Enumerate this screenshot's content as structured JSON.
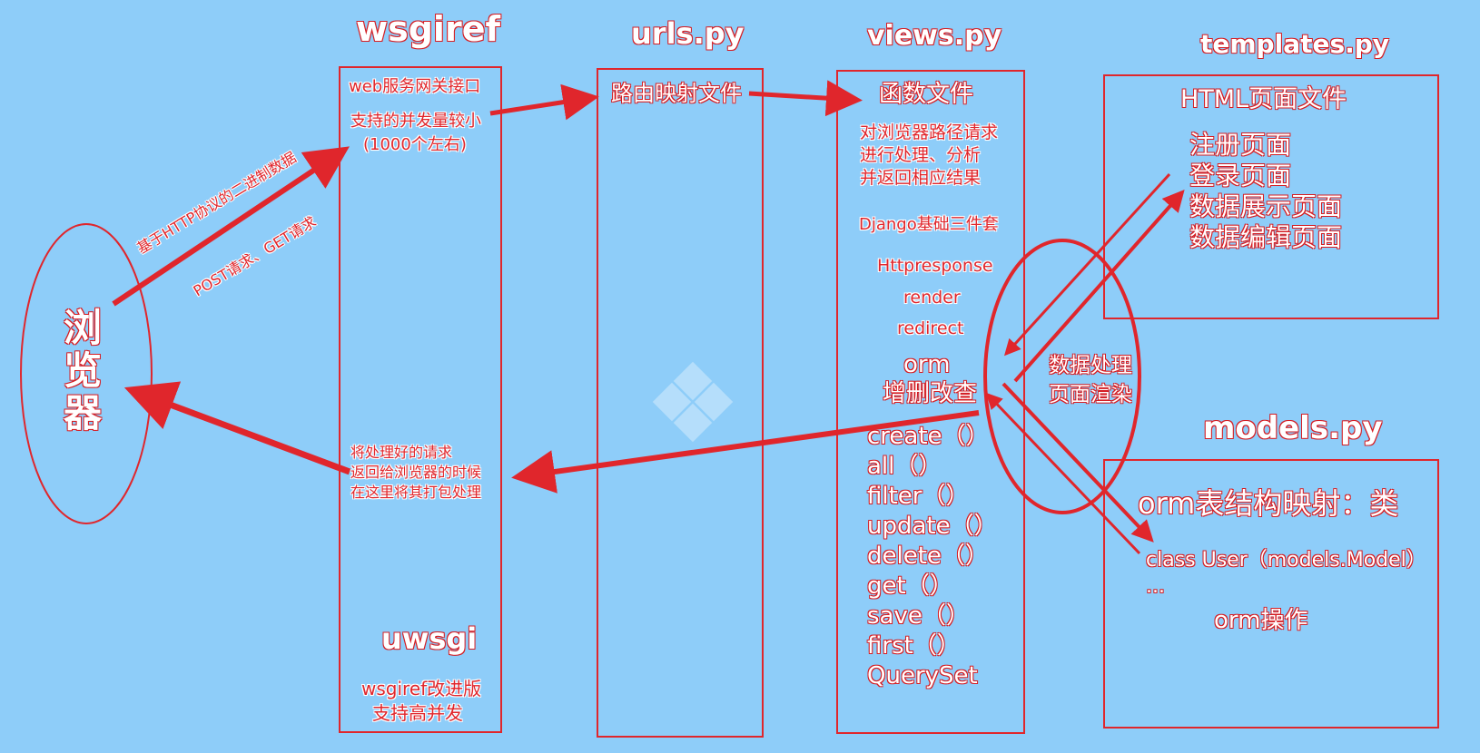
{
  "browser": {
    "label": "浏\n览\n器"
  },
  "wsgiref": {
    "title": "wsgiref",
    "line1": "web服务网关接口",
    "line2": "支持的并发量较小",
    "line3": "(1000个左右)",
    "return_text": [
      "将处理好的请求",
      "返回给浏览器的时候",
      "在这里将其打包处理"
    ],
    "uwsgi_title": "uwsgi",
    "uwsgi_lines": [
      "wsgiref改进版",
      "支持高并发"
    ]
  },
  "request_labels": {
    "line1": "基于HTTP协议的二进制数据",
    "line2": "POST请求、GET请求"
  },
  "urls": {
    "title": "urls.py",
    "desc": "路由映射文件"
  },
  "views": {
    "title": "views.py",
    "heading": "函数文件",
    "desc": [
      "对浏览器路径请求",
      "进行处理、分析",
      "并返回相应结果"
    ],
    "django_title": "Django基础三件套",
    "django_items": [
      "Httpresponse",
      "render",
      "redirect"
    ],
    "orm_title": "orm",
    "orm_subtitle": "增删改查",
    "orm_methods": [
      "create（）",
      "all（）",
      "filter（）",
      "update（）",
      "delete（）",
      "get（）",
      "save（）",
      "first（）",
      "QuerySet"
    ]
  },
  "ellipse_label": [
    "数据处理",
    "页面渲染"
  ],
  "templates": {
    "title": "templates.py",
    "heading": "HTML页面文件",
    "items": [
      "注册页面",
      "登录页面",
      "数据展示页面",
      "数据编辑页面"
    ]
  },
  "models": {
    "title": "models.py",
    "heading": "orm表结构映射：类",
    "class_line": "class User（models.Model）",
    "ellipsis": "...",
    "ops": "orm操作"
  },
  "colors": {
    "background": "#8ecdf9",
    "accent": "#e0262c"
  }
}
